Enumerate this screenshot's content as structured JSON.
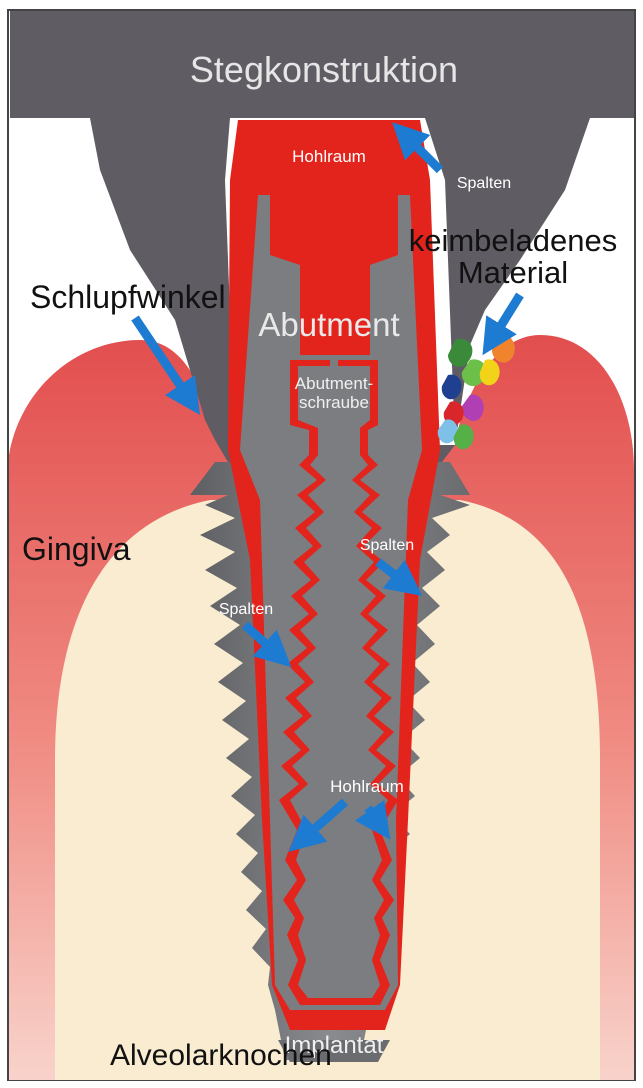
{
  "labels": {
    "bridge": "Stegkonstruktion",
    "cavity_top": "Hohlraum",
    "gap_top": "Spalten",
    "bacteria_line1": "keimbeladenes",
    "bacteria_line2": "Material",
    "niche": "Schlupfwinkel",
    "abutment": "Abutment",
    "screw_line1": "Abutment-",
    "screw_line2": "schraube",
    "gingiva": "Gingiva",
    "gap_right": "Spalten",
    "gap_left": "Spalten",
    "cavity_bottom": "Hohlraum",
    "implant": "Implantat",
    "bone": "Alveolarknochen"
  },
  "colors": {
    "bridge": "#5f5c64",
    "abutment_red": "#e3241c",
    "metal_grey": "#7c7d80",
    "gum_dark": "#e75c5a",
    "gum_light": "#f6c4bb",
    "bone": "#f9ecd0",
    "arrow_blue": "#1d7bd2",
    "border": "#444444"
  },
  "icons": [
    "arrow-icon",
    "bacteria-icon"
  ]
}
